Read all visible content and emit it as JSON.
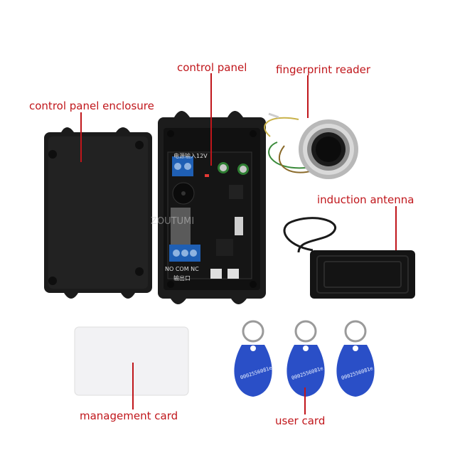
{
  "labels": {
    "enclosure": "control panel enclosure",
    "control_panel": "control panel",
    "fingerprint_reader": "fingerprint reader",
    "induction_antenna": "induction antenna",
    "management_card": "management card",
    "user_card": "user card"
  },
  "pcb": {
    "power_input": "电源输入12V",
    "relay_terminals": "NO COM NC",
    "output_port": "输出口"
  },
  "watermark": "ZOUTUMI",
  "fob_code": "0002556081e",
  "colors": {
    "label": "#c0161b",
    "enclosure": "#1c1c1c",
    "pcb": "#151515",
    "terminal": "#1f5fb4",
    "fob": "#2a4fc7"
  }
}
